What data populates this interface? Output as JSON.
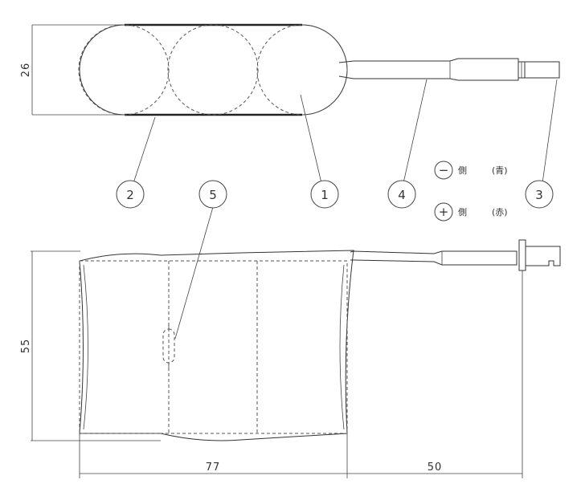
{
  "dimensions": {
    "top_height": "26",
    "side_height": "55",
    "body_length": "77",
    "lead_length": "50"
  },
  "balloons": [
    "1",
    "2",
    "3",
    "4",
    "5"
  ],
  "legend": {
    "negative_symbol": "−",
    "negative_side": "側",
    "negative_color": "(青)",
    "positive_symbol": "+",
    "positive_side": "側",
    "positive_color": "(赤)"
  }
}
